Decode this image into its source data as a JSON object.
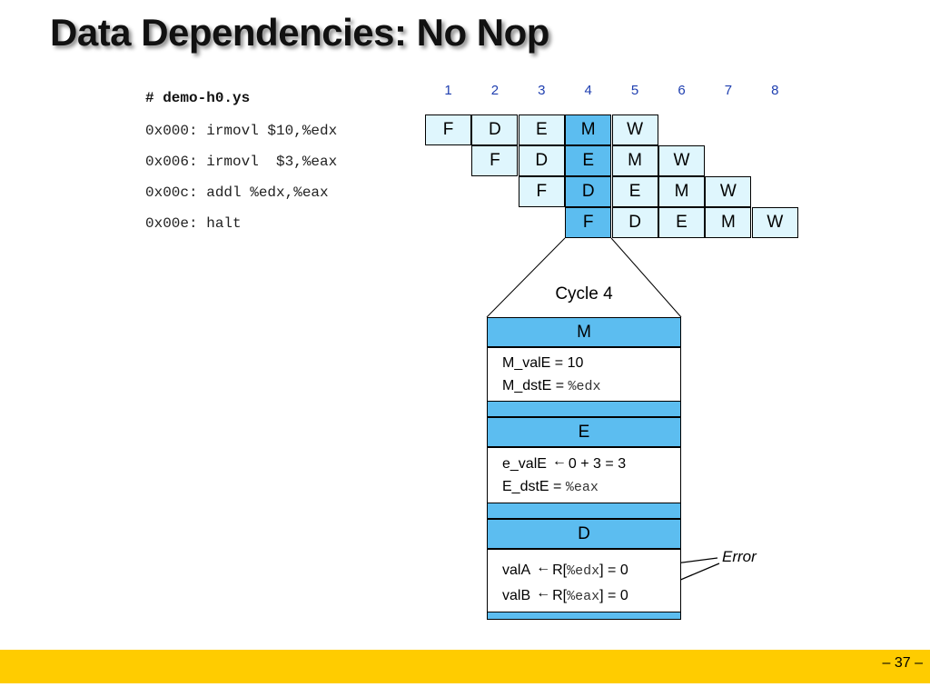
{
  "title": "Data Dependencies: No Nop",
  "code": {
    "header": "# demo-h0.ys",
    "lines": [
      "0x000: irmovl $10,%edx",
      "0x006: irmovl  $3,%eax",
      "0x00c: addl %edx,%eax",
      "0x00e: halt"
    ]
  },
  "pipeline": {
    "cycles": [
      "1",
      "2",
      "3",
      "4",
      "5",
      "6",
      "7",
      "8"
    ],
    "rows": [
      {
        "start": 0,
        "stages": [
          "F",
          "D",
          "E",
          "M",
          "W"
        ]
      },
      {
        "start": 1,
        "stages": [
          "F",
          "D",
          "E",
          "M",
          "W"
        ]
      },
      {
        "start": 2,
        "stages": [
          "F",
          "D",
          "E",
          "M",
          "W"
        ]
      },
      {
        "start": 3,
        "stages": [
          "F",
          "D",
          "E",
          "M",
          "W"
        ]
      }
    ],
    "highlight_cycle": 4
  },
  "detail": {
    "cycle_label": "Cycle 4",
    "M": {
      "label": "M",
      "line1": "M_valE = 10",
      "line2_pre": "M_dstE = ",
      "line2_reg": "%edx"
    },
    "E": {
      "label": "E",
      "line1_pre": "e_valE",
      "arrow": "←",
      "line1_post": "0 + 3 = 3",
      "line2_pre": "E_dstE = ",
      "line2_reg": "%eax"
    },
    "D": {
      "label": "D",
      "line1_pre": "valA",
      "arrow": "←",
      "line1_mid": "R[",
      "line1_reg": "%edx",
      "line1_post": "] = 0",
      "line2_pre": "valB",
      "line2_mid": "R[",
      "line2_reg": "%eax",
      "line2_post": "] = 0"
    },
    "error_label": "Error"
  },
  "footer": {
    "page_number": "– 37 –",
    "color": "#ffcc00"
  },
  "colors": {
    "stage_fill": "#dff6fd",
    "highlight_fill": "#5cbdf0",
    "cycle_number": "#1f3fb0"
  }
}
